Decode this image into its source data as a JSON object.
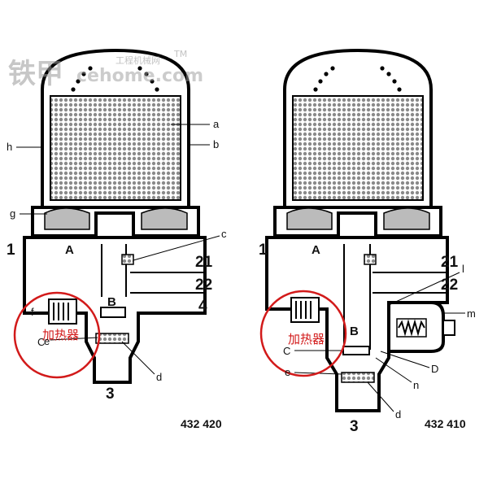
{
  "watermark": {
    "brand_cn": "铁甲",
    "brand_en": "cehome.com",
    "brand_sub": "工程机械网",
    "tm": "TM"
  },
  "heater_label": "加热器",
  "highlight_color": "#d21a1a",
  "left": {
    "code": "432 420",
    "port_labels": [
      "1",
      "21",
      "22",
      "4",
      "3"
    ],
    "letters": [
      "A",
      "B",
      "a",
      "b",
      "c",
      "d",
      "e",
      "f",
      "g",
      "h",
      "C"
    ]
  },
  "right": {
    "code": "432 410",
    "port_labels": [
      "1",
      "21",
      "22",
      "3"
    ],
    "letters": [
      "A",
      "B",
      "C",
      "D",
      "e",
      "d",
      "n",
      "l",
      "m"
    ]
  }
}
